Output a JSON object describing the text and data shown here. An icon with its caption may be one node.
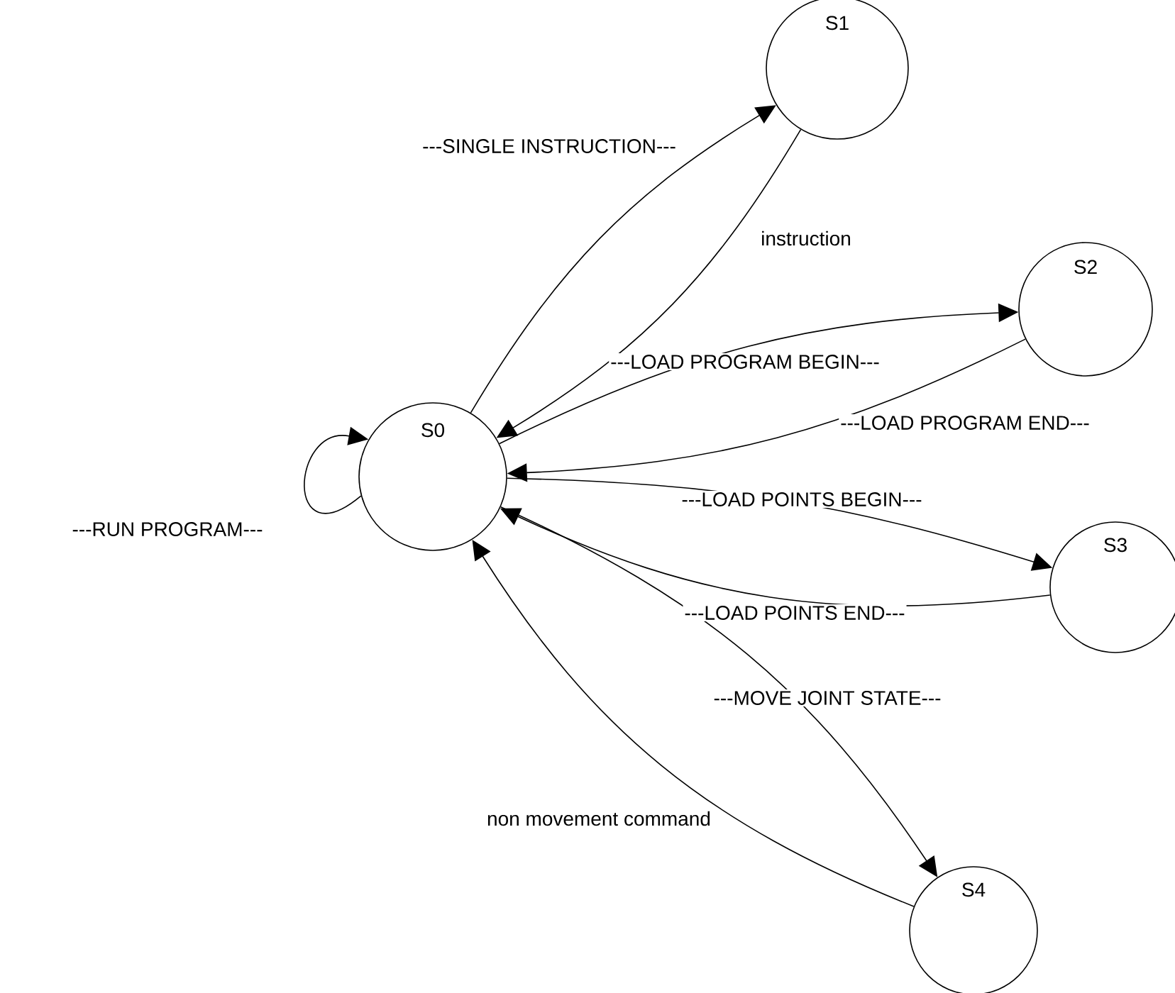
{
  "diagram": {
    "nodes": [
      {
        "text": [
          "S0"
        ]
      },
      {
        "text": [
          "S1"
        ]
      },
      {
        "text": [
          "S2"
        ]
      },
      {
        "text": [
          "S3"
        ]
      },
      {
        "text": [
          "S4"
        ]
      }
    ],
    "edges": [
      {
        "from": 0,
        "to": 1,
        "arrow": "to",
        "label": "---SINGLE INSTRUCTION---"
      },
      {
        "from": 1,
        "to": 0,
        "arrow": "to",
        "label": "instruction"
      },
      {
        "from": 0,
        "to": 2,
        "arrow": "to",
        "label": "---LOAD PROGRAM BEGIN---"
      },
      {
        "from": 2,
        "to": 0,
        "arrow": "to",
        "label": "---LOAD PROGRAM END---"
      },
      {
        "from": 0,
        "to": 3,
        "arrow": "to",
        "label": "---LOAD POINTS BEGIN---"
      },
      {
        "from": 3,
        "to": 0,
        "arrow": "to",
        "label": "---LOAD POINTS END---"
      },
      {
        "from": 0,
        "to": 4,
        "arrow": "to",
        "label": "---MOVE JOINT STATE---"
      },
      {
        "from": 4,
        "to": 0,
        "arrow": "to",
        "label": "non movement command"
      },
      {
        "from": 0,
        "to": 0,
        "arrow": "to",
        "label": "---RUN PROGRAM---"
      }
    ]
  }
}
